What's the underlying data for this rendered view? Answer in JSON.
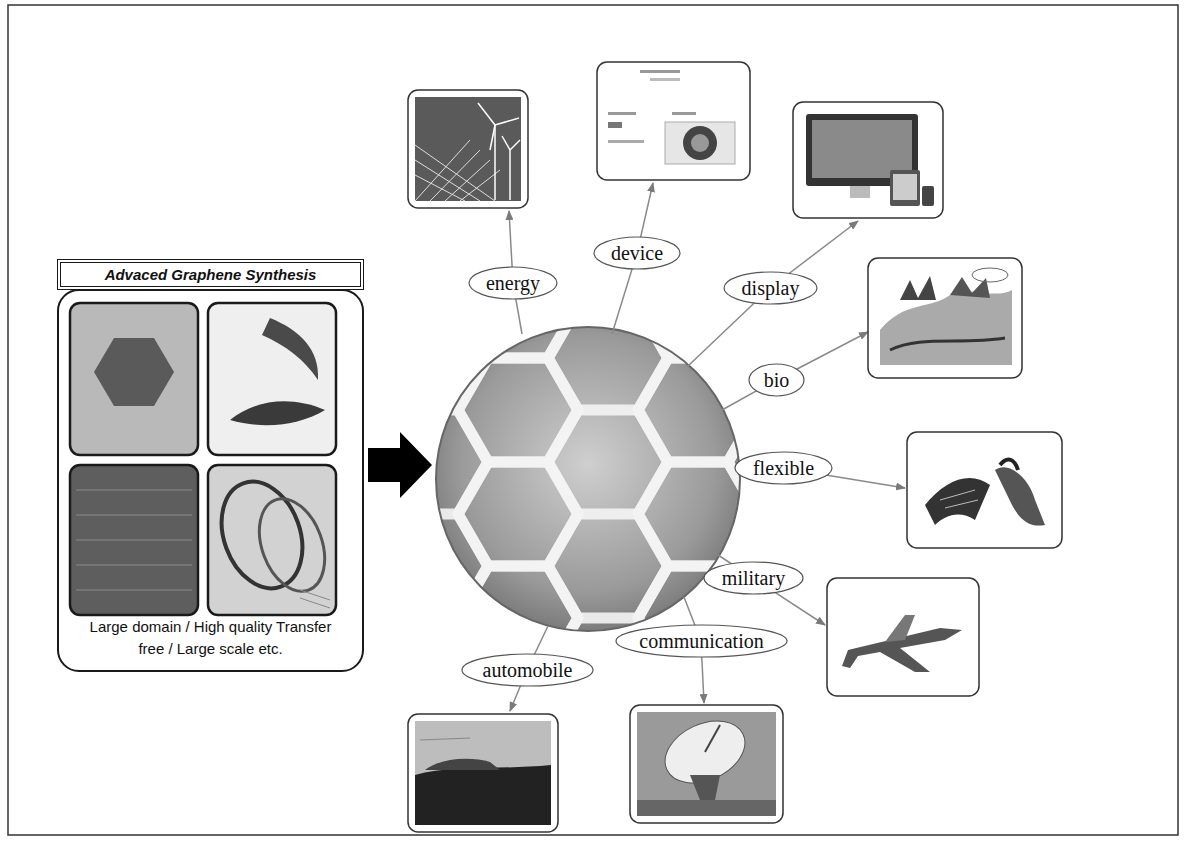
{
  "diagram": {
    "nodes": [
      {
        "text": [
          "Advaced Graphene Synthesis"
        ]
      },
      {
        "text": [
          "Large domain / High quality Transfer free / Large scale etc."
        ]
      },
      {
        "text": [
          "energy"
        ]
      },
      {
        "text": [
          "device"
        ]
      },
      {
        "text": [
          "display"
        ]
      },
      {
        "text": [
          "bio"
        ]
      },
      {
        "text": [
          "flexible"
        ]
      },
      {
        "text": [
          "military"
        ]
      },
      {
        "text": [
          "communication"
        ]
      },
      {
        "text": [
          "automobile"
        ]
      }
    ]
  }
}
